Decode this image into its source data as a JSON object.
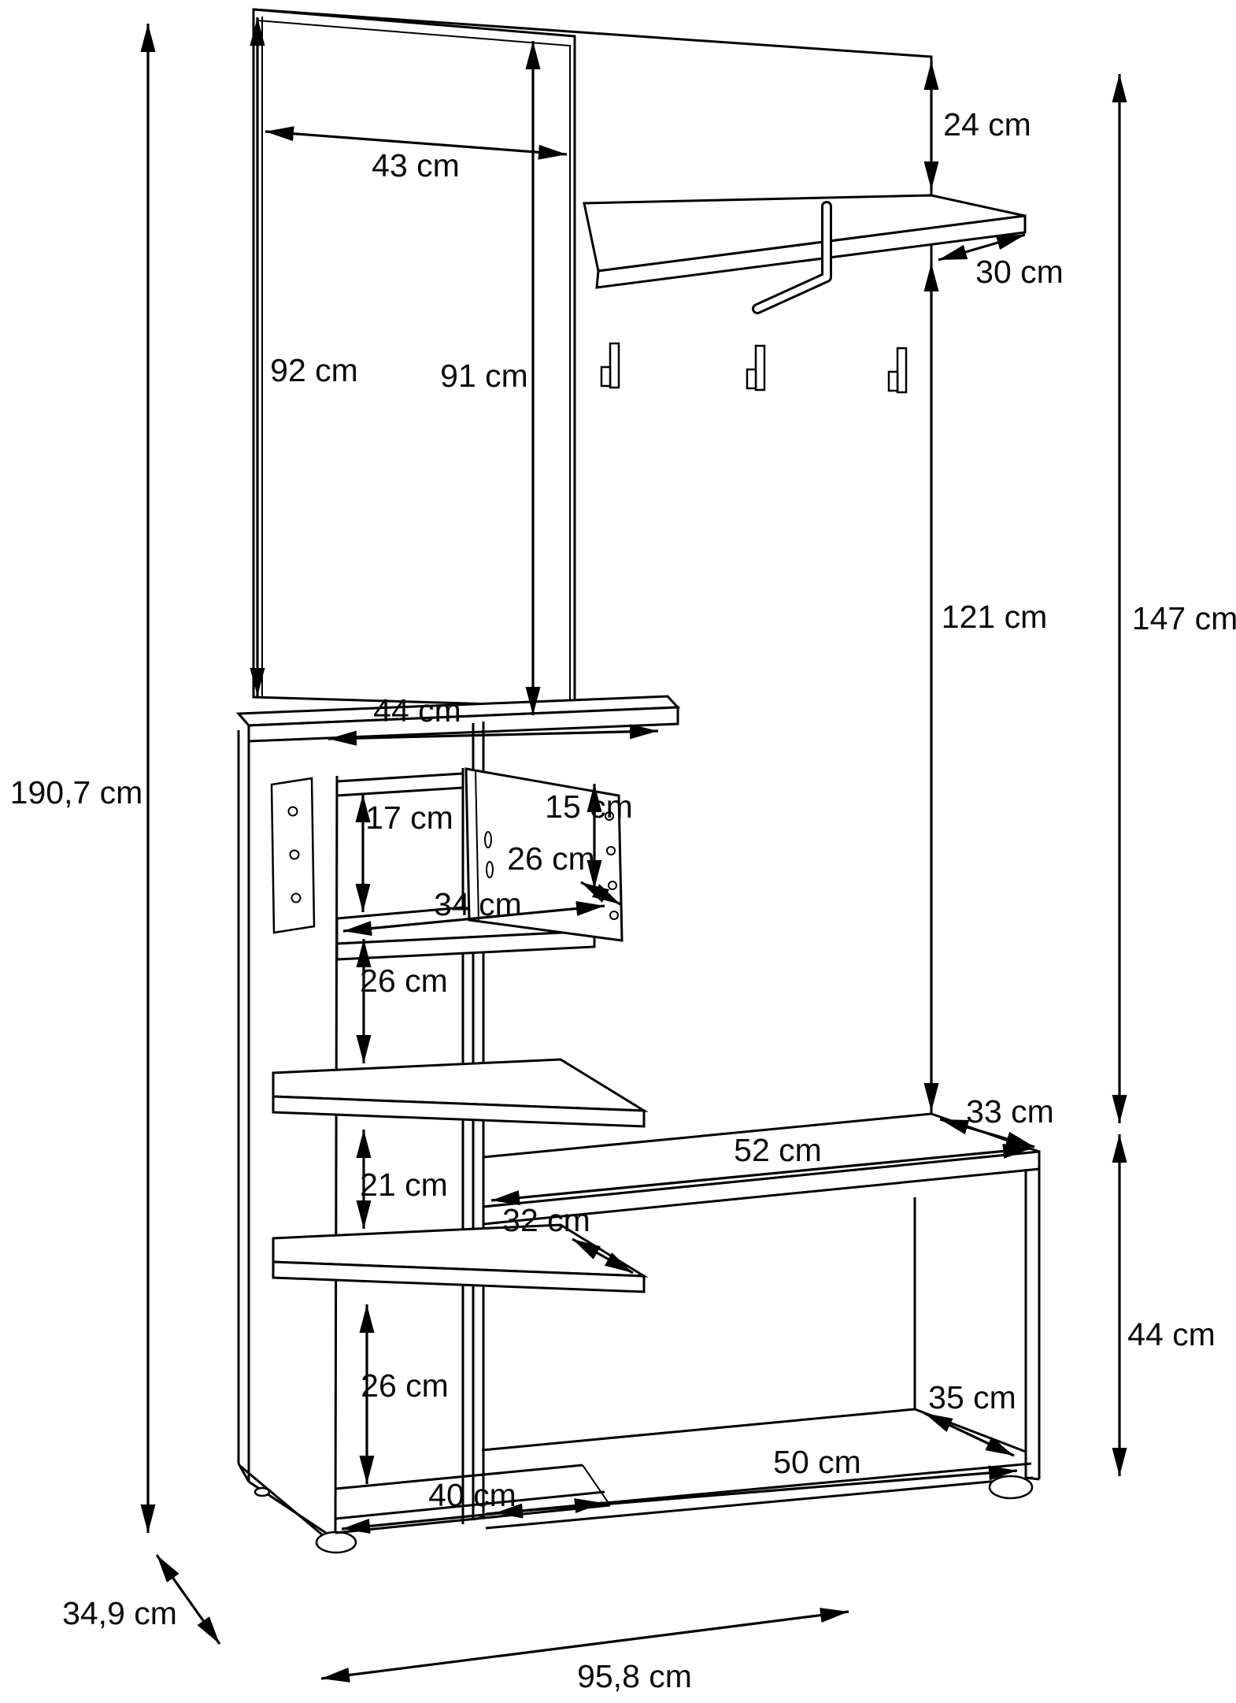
{
  "diagram": {
    "kind": "furniture-dimension-drawing",
    "subject": "hallway wardrobe with mirror, coat hooks, hat shelf, shoe cabinet and bench",
    "unit": "cm",
    "dimensions": {
      "overall_height": "190,7 cm",
      "overall_depth": "34,9 cm",
      "overall_width": "95,8 cm",
      "mirror_width": "43 cm",
      "mirror_panel_height": "92 cm",
      "mirror_glass_height": "91 cm",
      "top_to_hat_shelf": "24 cm",
      "hat_shelf_depth": "30 cm",
      "panel_below_shelf_height": "121 cm",
      "wall_section_height": "147 cm",
      "cabinet_top_width": "44 cm",
      "door_compartment_left_height": "17 cm",
      "door_compartment_right_height": "15 cm",
      "door_depth": "26 cm",
      "door_compartment_width": "34 cm",
      "upper_compartment_height": "26 cm",
      "middle_compartment_height": "21 cm",
      "shelf_depth": "32 cm",
      "lower_compartment_height": "26 cm",
      "cabinet_interior_width": "40 cm",
      "bench_top_width": "52 cm",
      "bench_top_depth": "33 cm",
      "bench_height": "44 cm",
      "bench_interior_depth": "35 cm",
      "bench_interior_width": "50 cm"
    }
  }
}
